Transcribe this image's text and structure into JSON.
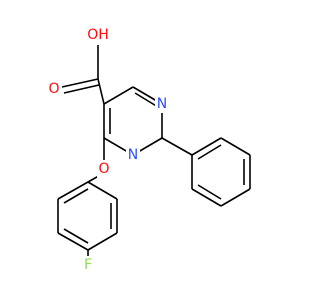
{
  "molecule": {
    "atoms": {
      "o_carbonyl": {
        "symbol": "O",
        "color": "#ff0d0d"
      },
      "o_hydroxyl": {
        "symbol": "OH",
        "color": "#ff0d0d"
      },
      "n_top": {
        "symbol": "N",
        "color": "#3050f8"
      },
      "n_bottom": {
        "symbol": "N",
        "color": "#3050f8"
      },
      "o_ether": {
        "symbol": "O",
        "color": "#ff0d0d"
      },
      "fluorine": {
        "symbol": "F",
        "color": "#90e050"
      }
    }
  }
}
